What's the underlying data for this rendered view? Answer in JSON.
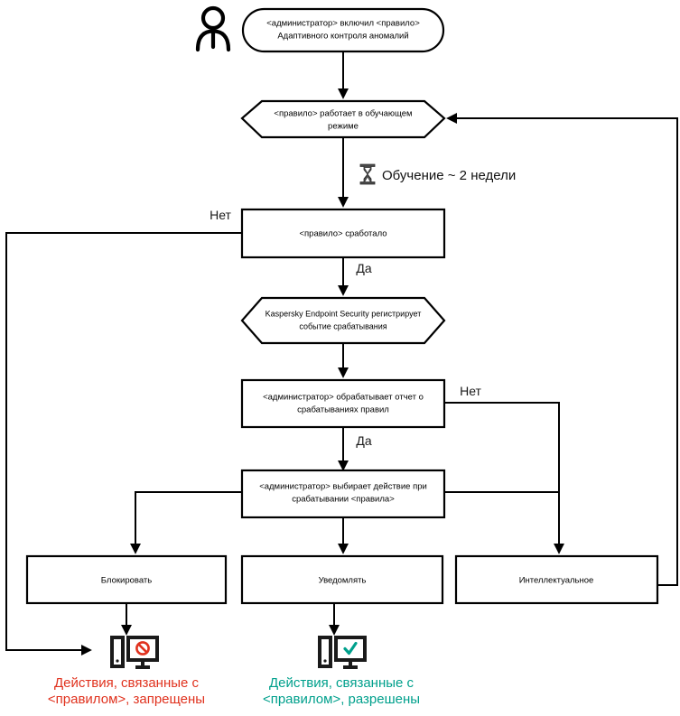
{
  "diagram": {
    "title_actor": "admin-person-icon",
    "nodes": {
      "start": {
        "shape": "rounded-rect",
        "line1": "<администратор> включил <правило>",
        "line2": "Адаптивного контроля аномалий"
      },
      "learning_mode": {
        "shape": "hexagon",
        "line1": "<правило>  работает в обучающем",
        "line2": "режиме"
      },
      "rule_triggered": {
        "shape": "rect",
        "line1": "<правило> сработало"
      },
      "kes_registers": {
        "shape": "hexagon",
        "line1": "Kaspersky Endpoint Security регистрирует",
        "line2": "событие срабатывания"
      },
      "admin_processes_report": {
        "shape": "rect",
        "line1": "<администратор> обрабатывает отчет о",
        "line2": "срабатываниях правил"
      },
      "admin_selects_action": {
        "shape": "rect",
        "line1": "<администратор> выбирает действие при",
        "line2": "срабатывании <правила>"
      },
      "block": {
        "shape": "rect",
        "line1": "Блокировать"
      },
      "notify": {
        "shape": "rect",
        "line1": "Уведомлять"
      },
      "smart": {
        "shape": "rect",
        "line1": "Интеллектуальное"
      }
    },
    "edge_labels": {
      "no_from_triggered": "Нет",
      "yes_from_triggered": "Да",
      "no_from_report": "Нет",
      "yes_from_report": "Да"
    },
    "timer": {
      "icon": "hourglass-icon",
      "label": "Обучение ~ 2 недели"
    },
    "outcomes": [
      {
        "icon": "monitor-blocked-icon",
        "line1": "Действия, связанные с",
        "line2": "<правилом>, запрещены",
        "color": "#e0321e"
      },
      {
        "icon": "monitor-allowed-icon",
        "line1": "Действия, связанные с",
        "line2": "<правилом>, разрешены",
        "color": "#00a08c"
      }
    ],
    "colors": {
      "stroke": "#000000",
      "background": "#ffffff",
      "blocked": "#e0321e",
      "allowed": "#00a08c",
      "text": "#000000"
    }
  }
}
